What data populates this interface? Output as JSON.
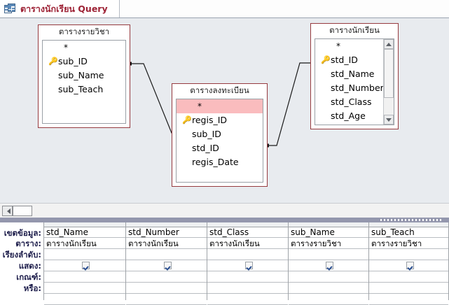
{
  "window": {
    "tab": {
      "title": "ตารางนักเรียน Query",
      "icon": "query-design-icon"
    }
  },
  "design_surface": {
    "tables": [
      {
        "id": "table-subject",
        "caption": "ตารางรายวิชา",
        "fields": [
          {
            "name": "*",
            "key": false,
            "highlighted": false
          },
          {
            "name": "sub_ID",
            "key": true,
            "highlighted": false
          },
          {
            "name": "sub_Name",
            "key": false,
            "highlighted": false
          },
          {
            "name": "sub_Teach",
            "key": false,
            "highlighted": false
          }
        ],
        "has_scrollbar": false
      },
      {
        "id": "table-registration",
        "caption": "ตารางลงทะเบียน",
        "fields": [
          {
            "name": "*",
            "key": false,
            "highlighted": true
          },
          {
            "name": "regis_ID",
            "key": true,
            "highlighted": false
          },
          {
            "name": "sub_ID",
            "key": false,
            "highlighted": false
          },
          {
            "name": "std_ID",
            "key": false,
            "highlighted": false
          },
          {
            "name": "regis_Date",
            "key": false,
            "highlighted": false
          }
        ],
        "has_scrollbar": false
      },
      {
        "id": "table-student",
        "caption": "ตารางนักเรียน",
        "fields": [
          {
            "name": "*",
            "key": false,
            "highlighted": false
          },
          {
            "name": "std_ID",
            "key": true,
            "highlighted": false
          },
          {
            "name": "std_Name",
            "key": false,
            "highlighted": false
          },
          {
            "name": "std_Number",
            "key": false,
            "highlighted": false
          },
          {
            "name": "std_Class",
            "key": false,
            "highlighted": false
          },
          {
            "name": "std_Age",
            "key": false,
            "highlighted": false
          }
        ],
        "has_scrollbar": true
      }
    ],
    "relationships": [
      {
        "from": "ตารางรายวิชา.sub_ID",
        "to": "ตารางลงทะเบียน.sub_ID"
      },
      {
        "from": "ตารางลงทะเบียน.std_ID",
        "to": "ตารางนักเรียน.std_ID"
      }
    ]
  },
  "qbe_grid": {
    "row_labels": [
      "เขตข้อมูล:",
      "ตาราง:",
      "เรียงลำดับ:",
      "แสดง:",
      "เกณฑ์:",
      "หรือ:"
    ],
    "columns": [
      {
        "field": "std_Name",
        "table": "ตารางนักเรียน",
        "sort": "",
        "show": true,
        "criteria": "",
        "or": "",
        "has_dropdown": true
      },
      {
        "field": "std_Number",
        "table": "ตารางนักเรียน",
        "sort": "",
        "show": true,
        "criteria": "",
        "or": "",
        "has_dropdown": false
      },
      {
        "field": "std_Class",
        "table": "ตารางนักเรียน",
        "sort": "",
        "show": true,
        "criteria": "",
        "or": "",
        "has_dropdown": false
      },
      {
        "field": "sub_Name",
        "table": "ตารางรายวิชา",
        "sort": "",
        "show": true,
        "criteria": "",
        "or": "",
        "has_dropdown": false
      },
      {
        "field": "sub_Teach",
        "table": "ตารางรายวิชา",
        "sort": "",
        "show": true,
        "criteria": "",
        "or": "",
        "has_dropdown": false
      }
    ]
  },
  "scrollbars": {
    "horizontal": {
      "left_arrow": "◀"
    },
    "vertical": {
      "up_arrow": "▲",
      "down_arrow": "▼"
    }
  },
  "colors": {
    "tab_title": "#9d2235",
    "table_border": "#963a3f",
    "surface_bg": "#e8ebef",
    "highlight_row": "#fabcbe",
    "splitter": "#9497ad",
    "row_label": "#1c1c4a"
  }
}
